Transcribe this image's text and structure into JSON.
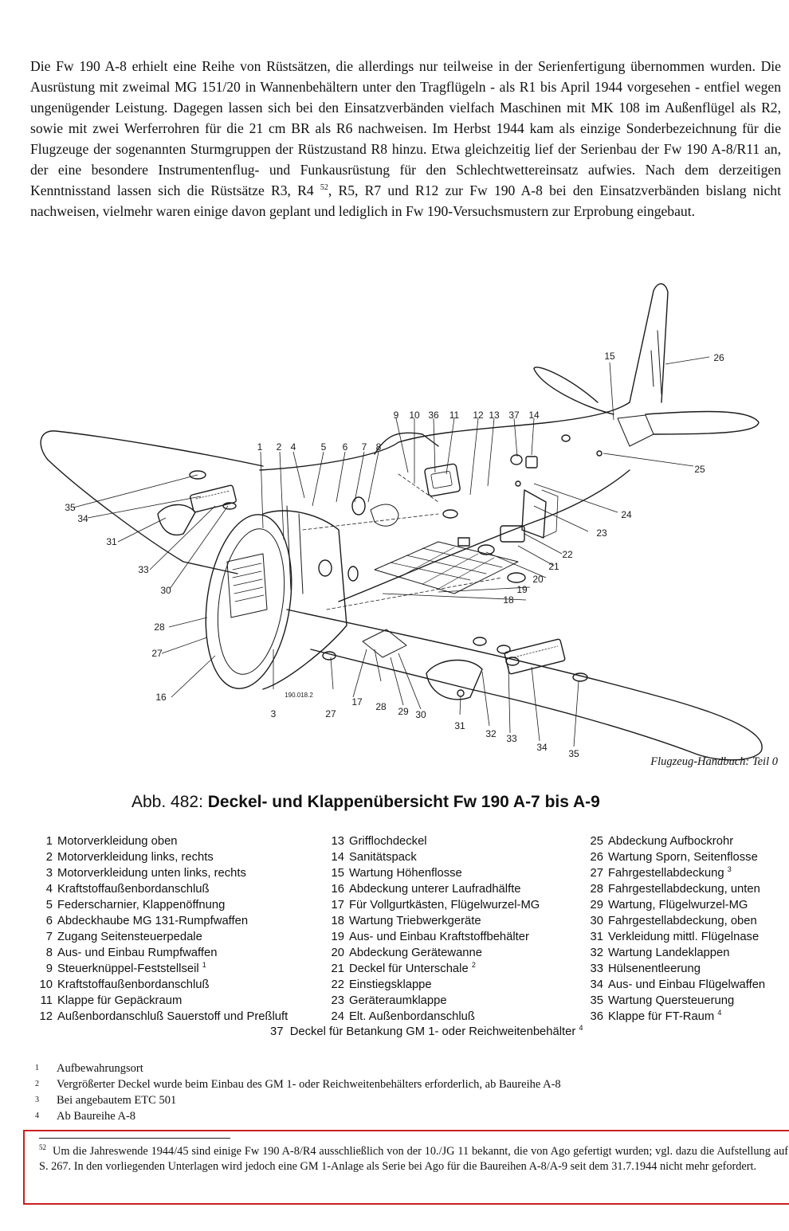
{
  "intro": {
    "part1": "Die Fw 190 A-8 erhielt eine Reihe von Rüstsätzen, die allerdings nur teilweise in der Serienfertigung übernommen wurden. Die Ausrüstung mit zweimal MG 151/20 in Wannenbehältern unter den Tragflügeln - als R1 bis April 1944 vorgesehen - entfiel wegen ungenügender Leistung. Dagegen lassen sich bei den Einsatzverbänden vielfach Maschinen mit MK 108 im Außenflügel als R2, sowie mit zwei Werferrohren für die 21 cm BR als R6 nachweisen. Im Herbst 1944 kam als einzige Sonderbezeichnung für die Flugzeuge der sogenannten Sturmgruppen der Rüstzustand R8 hinzu. Etwa gleichzeitig lief der Serienbau der Fw 190 A-8/R11 an, der eine besondere Instrumentenflug- und Funkausrüstung für den Schlechtwettereinsatz aufwies. Nach dem derzeitigen Kenntnisstand lassen sich die Rüstsätze R3, R4",
    "ref": "52",
    "part2": ", R5, R7 und R12 zur Fw 190 A-8 bei den Einsatzverbänden bislang nicht nachweisen, vielmehr waren einige davon geplant und lediglich in Fw 190-Versuchsmustern zur Erprobung eingebaut."
  },
  "figure": {
    "drawing_number": "190.018.2",
    "callouts": [
      "1",
      "2",
      "3",
      "4",
      "5",
      "6",
      "7",
      "8",
      "9",
      "10",
      "11",
      "12",
      "13",
      "14",
      "15",
      "16",
      "17",
      "18",
      "19",
      "20",
      "21",
      "22",
      "23",
      "24",
      "25",
      "26",
      "27",
      "28",
      "29",
      "30",
      "31",
      "32",
      "33",
      "34",
      "35",
      "36",
      "37"
    ],
    "credit": "Flugzeug-Handbuch: Teil 0"
  },
  "caption": {
    "prefix": "Abb. 482:",
    "title": "Deckel- und Klappenübersicht Fw 190 A-7 bis A-9"
  },
  "legend": {
    "col1": [
      {
        "num": "1",
        "label": "Motorverkleidung oben",
        "sup": ""
      },
      {
        "num": "2",
        "label": "Motorverkleidung links, rechts",
        "sup": ""
      },
      {
        "num": "3",
        "label": "Motorverkleidung unten links, rechts",
        "sup": ""
      },
      {
        "num": "4",
        "label": "Kraftstoffaußenbordanschluß",
        "sup": ""
      },
      {
        "num": "5",
        "label": "Federscharnier, Klappenöffnung",
        "sup": ""
      },
      {
        "num": "6",
        "label": "Abdeckhaube MG 131-Rumpfwaffen",
        "sup": ""
      },
      {
        "num": "7",
        "label": "Zugang Seitensteuerpedale",
        "sup": ""
      },
      {
        "num": "8",
        "label": "Aus- und Einbau Rumpfwaffen",
        "sup": ""
      },
      {
        "num": "9",
        "label": "Steuerknüppel-Feststellseil",
        "sup": "1"
      },
      {
        "num": "10",
        "label": "Kraftstoffaußenbordanschluß",
        "sup": ""
      },
      {
        "num": "11",
        "label": "Klappe für Gepäckraum",
        "sup": ""
      },
      {
        "num": "12",
        "label": "Außenbordanschluß Sauerstoff und Preßluft",
        "sup": ""
      }
    ],
    "col2": [
      {
        "num": "13",
        "label": "Grifflochdeckel",
        "sup": ""
      },
      {
        "num": "14",
        "label": "Sanitätspack",
        "sup": ""
      },
      {
        "num": "15",
        "label": "Wartung Höhenflosse",
        "sup": ""
      },
      {
        "num": "16",
        "label": "Abdeckung unterer Laufradhälfte",
        "sup": ""
      },
      {
        "num": "17",
        "label": "Für Vollgurtkästen, Flügelwurzel-MG",
        "sup": ""
      },
      {
        "num": "18",
        "label": "Wartung Triebwerkgeräte",
        "sup": ""
      },
      {
        "num": "19",
        "label": "Aus- und Einbau Kraftstoffbehälter",
        "sup": ""
      },
      {
        "num": "20",
        "label": "Abdeckung Gerätewanne",
        "sup": ""
      },
      {
        "num": "21",
        "label": "Deckel für Unterschale",
        "sup": "2"
      },
      {
        "num": "22",
        "label": "Einstiegsklappe",
        "sup": ""
      },
      {
        "num": "23",
        "label": "Geräteraumklappe",
        "sup": ""
      },
      {
        "num": "24",
        "label": "Elt. Außenbordanschluß",
        "sup": ""
      }
    ],
    "col3": [
      {
        "num": "25",
        "label": "Abdeckung Aufbockrohr",
        "sup": ""
      },
      {
        "num": "26",
        "label": "Wartung Sporn, Seitenflosse",
        "sup": ""
      },
      {
        "num": "27",
        "label": "Fahrgestellabdeckung",
        "sup": "3"
      },
      {
        "num": "28",
        "label": "Fahrgestellabdeckung, unten",
        "sup": ""
      },
      {
        "num": "29",
        "label": "Wartung, Flügelwurzel-MG",
        "sup": ""
      },
      {
        "num": "30",
        "label": "Fahrgestellabdeckung, oben",
        "sup": ""
      },
      {
        "num": "31",
        "label": "Verkleidung mittl. Flügelnase",
        "sup": ""
      },
      {
        "num": "32",
        "label": "Wartung Landeklappen",
        "sup": ""
      },
      {
        "num": "33",
        "label": "Hülsenentleerung",
        "sup": ""
      },
      {
        "num": "34",
        "label": "Aus- und Einbau Flügelwaffen",
        "sup": ""
      },
      {
        "num": "35",
        "label": "Wartung Quersteuerung",
        "sup": ""
      },
      {
        "num": "36",
        "label": "Klappe für FT-Raum",
        "sup": "4"
      }
    ],
    "last": {
      "num": "37",
      "label": "Deckel für Betankung GM 1- oder Reichweitenbehälter",
      "sup": "4"
    }
  },
  "notes": [
    {
      "n": "1",
      "text": "Aufbewahrungsort"
    },
    {
      "n": "2",
      "text": "Vergrößerter Deckel wurde beim Einbau des GM 1- oder Reichweitenbehälters erforderlich, ab Baureihe A-8"
    },
    {
      "n": "3",
      "text": "Bei angebautem ETC 501"
    },
    {
      "n": "4",
      "text": "Ab Baureihe A-8"
    }
  ],
  "footnote": {
    "num": "52",
    "text": "Um die Jahreswende 1944/45 sind einige Fw 190 A-8/R4 ausschließlich von der 10./JG 11 bekannt, die von Ago gefertigt wurden; vgl. dazu die Aufstellung auf S. 267. In den vorliegenden Unterlagen wird jedoch eine GM 1-Anlage als Serie bei Ago für die Baureihen A-8/A-9 seit dem 31.7.1944 nicht mehr gefordert."
  },
  "colors": {
    "text": "#111111",
    "frame": "#cc1f1f",
    "paper": "#ffffff"
  }
}
